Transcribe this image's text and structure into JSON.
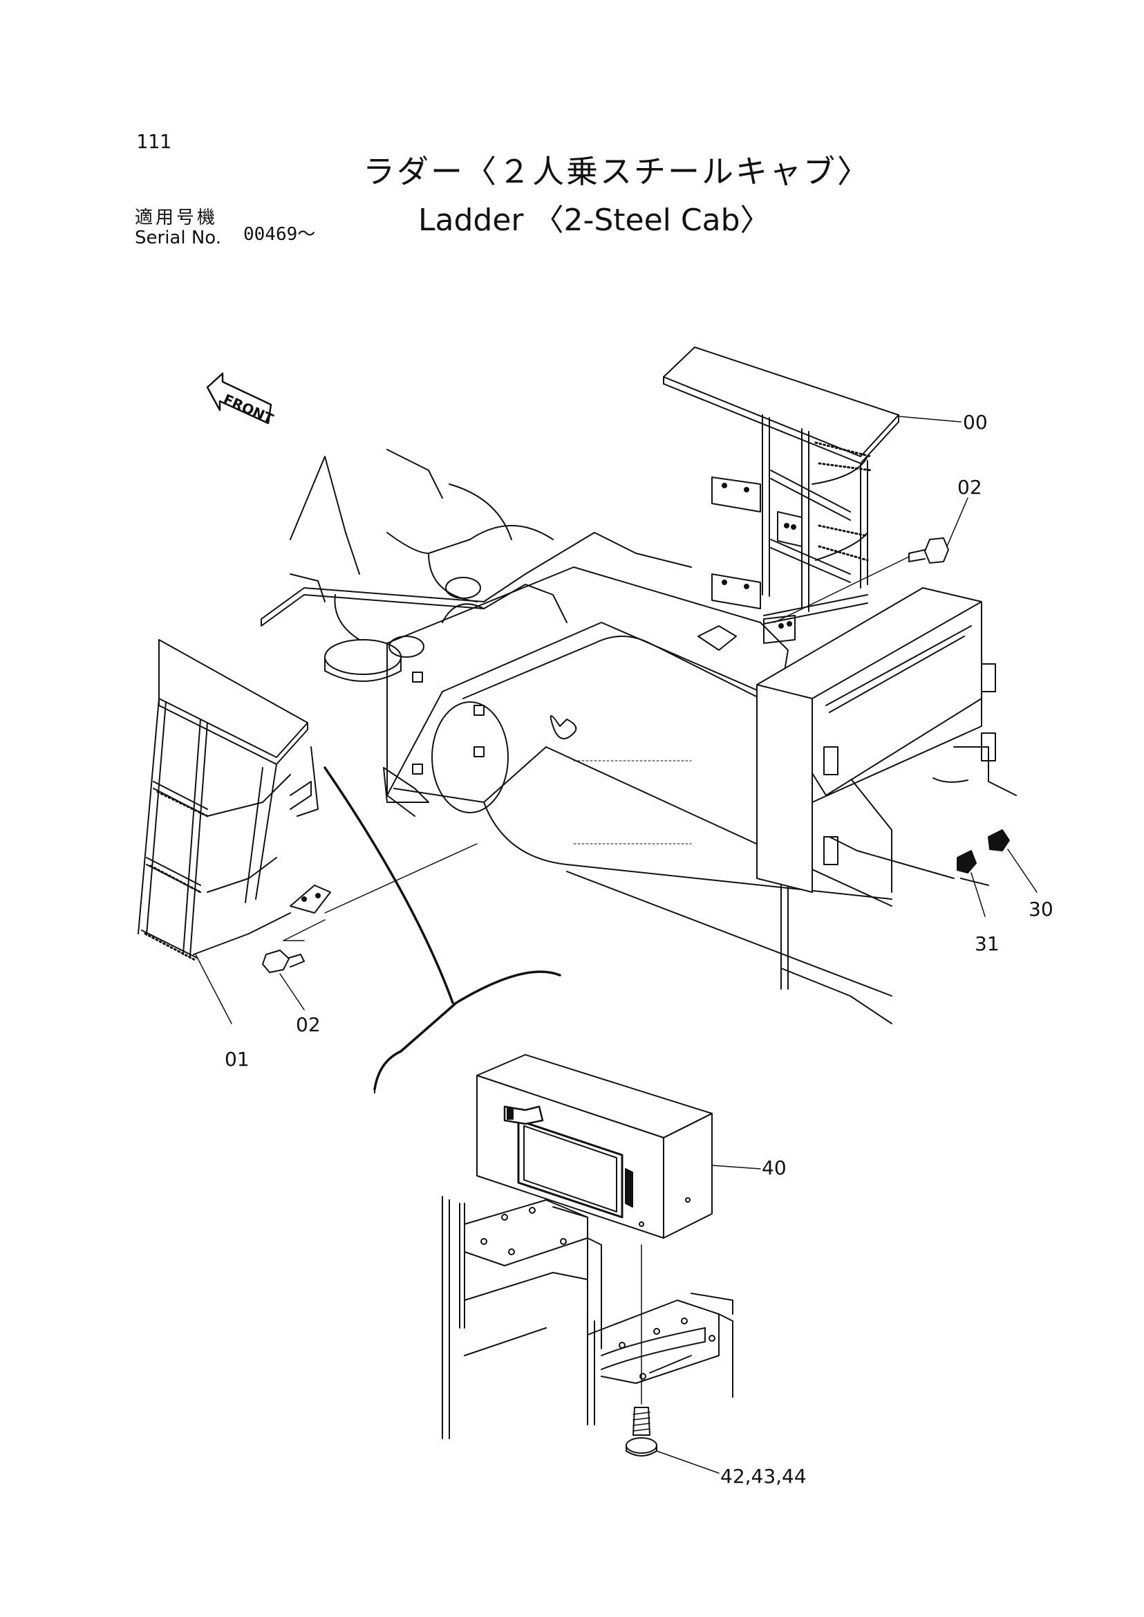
{
  "page": {
    "number": "111"
  },
  "title": {
    "japanese": "ラダー〈２人乗スチールキャブ〉",
    "english": "Ladder 〈2-Steel Cab〉"
  },
  "serial": {
    "label_jp": "適用号機",
    "label_en": "Serial No.",
    "value": "00469～"
  },
  "front_indicator": {
    "label": "FRONT"
  },
  "callouts": [
    {
      "id": "00",
      "text": "00"
    },
    {
      "id": "02a",
      "text": "02"
    },
    {
      "id": "01",
      "text": "01"
    },
    {
      "id": "02b",
      "text": "02"
    },
    {
      "id": "30",
      "text": "30"
    },
    {
      "id": "31",
      "text": "31"
    },
    {
      "id": "40",
      "text": "40"
    },
    {
      "id": "42",
      "text": "42,43,44"
    }
  ]
}
